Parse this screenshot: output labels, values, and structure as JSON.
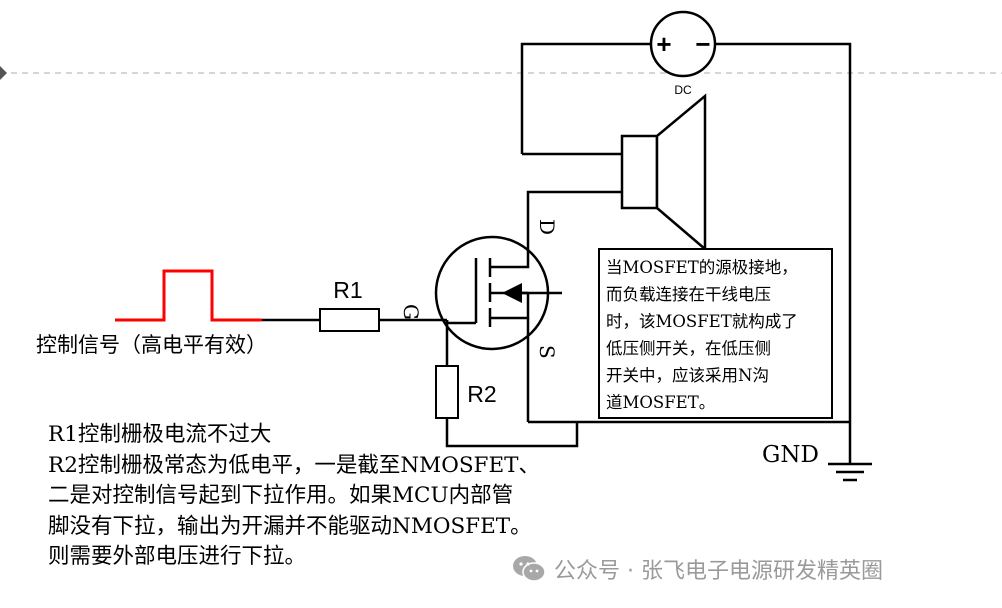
{
  "labels": {
    "dc": "DC",
    "dc_plus": "+",
    "dc_minus": "−",
    "r1": "R1",
    "r2": "R2",
    "gate": "G",
    "drain": "D",
    "source": "S",
    "gnd": "GND",
    "signal": "控制信号（高电平有效）"
  },
  "note": {
    "lines": [
      "当MOSFET的源极接地，",
      "而负载连接在干线电压",
      "时，该MOSFET就构成了",
      "低压侧开关，在低压侧",
      "开关中，应该采用N沟",
      "道MOSFET。"
    ]
  },
  "description": {
    "lines": [
      "R1控制栅极电流不过大",
      "R2控制栅极常态为低电平，一是截至NMOSFET、",
      "二是对控制信号起到下拉作用。如果MCU内部管",
      "脚没有下拉，输出为开漏并不能驱动NMOSFET。",
      "则需要外部电压进行下拉。"
    ]
  },
  "watermark": {
    "text": "公众号 · 张飞电子电源研发精英圈"
  },
  "colors": {
    "wire": "#000000",
    "signal_pulse": "#ff0000",
    "dashed_line": "#c8c8c8",
    "watermark": "#9a9a9a"
  }
}
